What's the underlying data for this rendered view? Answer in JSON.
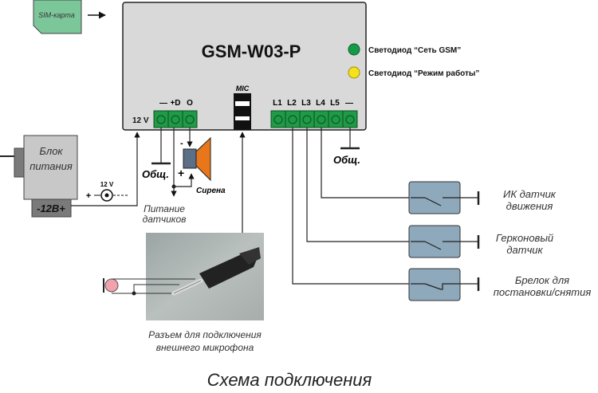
{
  "device": {
    "model": "GSM-W03-P",
    "power_label": "12 V",
    "left_terminals": [
      "—",
      "+D",
      "O"
    ],
    "mic_label": "MIC",
    "right_terminals": [
      "L1",
      "L2",
      "L3",
      "L4",
      "L5",
      "—"
    ]
  },
  "sim": {
    "label": "SIM-карта"
  },
  "leds": [
    {
      "label": "Светодиод “Сеть GSM”",
      "color": "#149a48"
    },
    {
      "label": "Светодиод “Режим работы”",
      "color": "#f4e21c"
    }
  ],
  "power_supply": {
    "label_line1": "Блок",
    "label_line2": "питания",
    "output_label": "-12В+",
    "jack_voltage": "12 V",
    "jack_plus": "+",
    "jack_minus": "–"
  },
  "ground_left": "Общ.",
  "ground_right": "Общ.",
  "siren": {
    "label": "Сирена",
    "minus": "-",
    "plus": "+"
  },
  "sensor_power": {
    "line1": "Питание",
    "line2": "датчиков"
  },
  "sensors": [
    {
      "line1": "ИК датчик",
      "line2": "движения"
    },
    {
      "line1": "Герконовый",
      "line2": "датчик"
    },
    {
      "line1": "Брелок для",
      "line2": "постановки/снятия"
    }
  ],
  "mic_connector": {
    "line1": "Разъем для подключения",
    "line2": "внешнего микрофона"
  },
  "caption": "Схема подключения",
  "colors": {
    "device_body": "#d9d9d9",
    "terminal_green": "#1f9a46",
    "sim_green": "#7cc79a",
    "psu_gray": "#c8c8c8",
    "psu_dark": "#7a7a7a",
    "sensor_box": "#8fa9bc",
    "siren_orange": "#e8761a",
    "siren_body": "#5b6f87",
    "mic_pink": "#f2a2ac"
  }
}
